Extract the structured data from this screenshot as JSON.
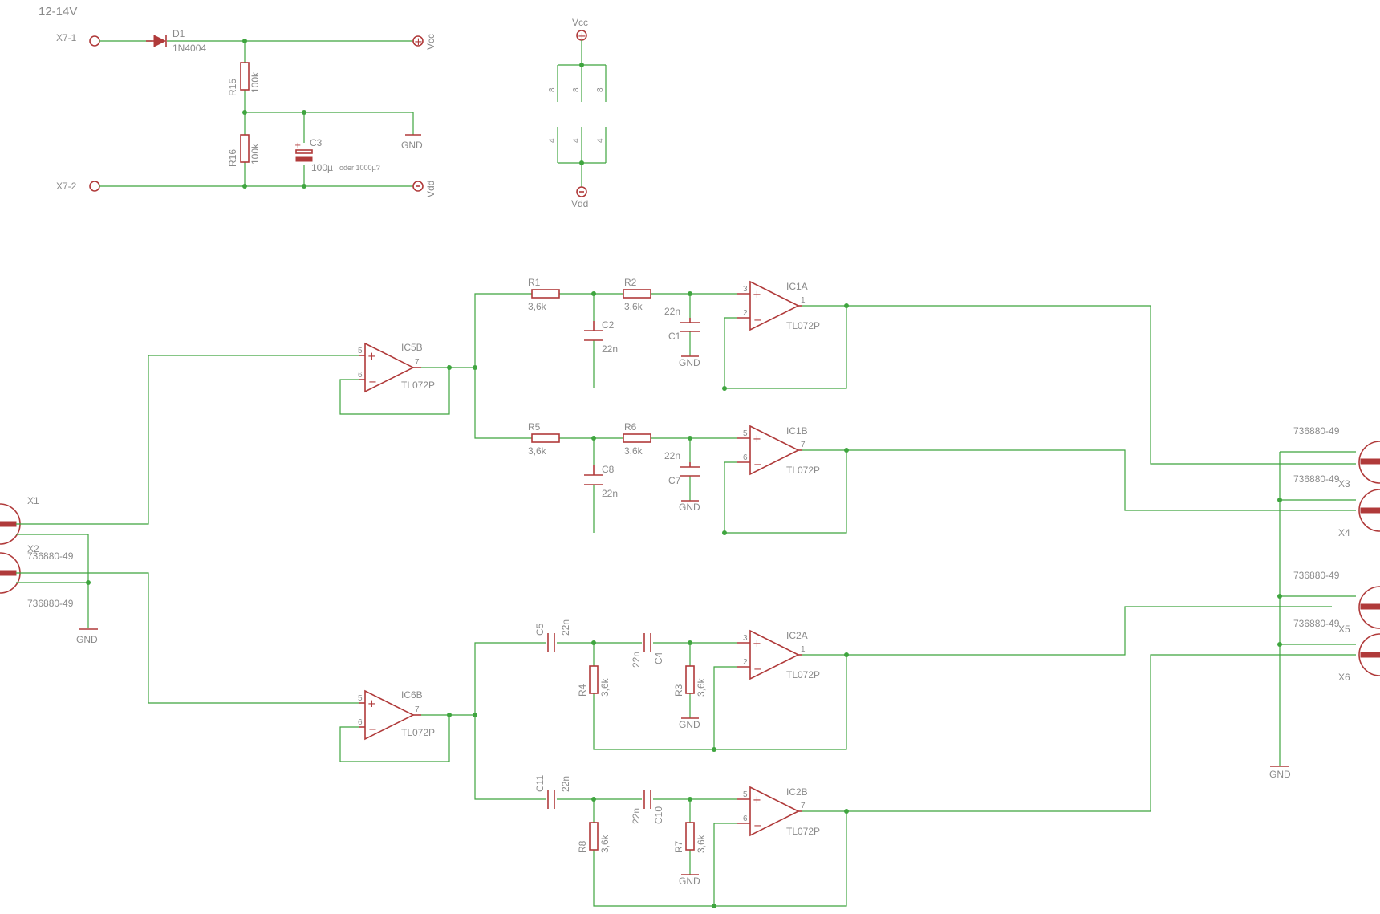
{
  "supply": {
    "title": "12-14V",
    "x7_1": "X7-1",
    "x7_2": "X7-2",
    "d1": {
      "name": "D1",
      "value": "1N4004"
    },
    "r15": {
      "name": "R15",
      "value": "100k"
    },
    "r16": {
      "name": "R16",
      "value": "100k"
    },
    "c3": {
      "name": "C3",
      "value": "100µ",
      "note": "oder 1000µ?"
    },
    "vcc": "Vcc",
    "vdd": "Vdd",
    "gnd": "GND"
  },
  "power_block": {
    "vcc": "Vcc",
    "vdd": "Vdd",
    "pin_top": "8",
    "pin_bottom": "4"
  },
  "inputs": {
    "x1": "X1",
    "x2": "X2",
    "part1": "736880-49",
    "part2": "736880-49",
    "gnd": "GND"
  },
  "opamps": {
    "ic5b": {
      "name": "IC5B",
      "type": "TL072P",
      "pin_plus": "5",
      "pin_minus": "6",
      "pin_out": "7"
    },
    "ic6b": {
      "name": "IC6B",
      "type": "TL072P",
      "pin_plus": "5",
      "pin_minus": "6",
      "pin_out": "7"
    },
    "ic1a": {
      "name": "IC1A",
      "type": "TL072P",
      "pin_plus": "3",
      "pin_minus": "2",
      "pin_out": "1"
    },
    "ic1b": {
      "name": "IC1B",
      "type": "TL072P",
      "pin_plus": "5",
      "pin_minus": "6",
      "pin_out": "7"
    },
    "ic2a": {
      "name": "IC2A",
      "type": "TL072P",
      "pin_plus": "3",
      "pin_minus": "2",
      "pin_out": "1"
    },
    "ic2b": {
      "name": "IC2B",
      "type": "TL072P",
      "pin_plus": "5",
      "pin_minus": "6",
      "pin_out": "7"
    }
  },
  "lowpass": {
    "r1": {
      "name": "R1",
      "value": "3,6k"
    },
    "r2": {
      "name": "R2",
      "value": "3,6k"
    },
    "c2": {
      "name": "C2",
      "value": "22n"
    },
    "c1": {
      "name": "C1",
      "value": "22n"
    },
    "r5": {
      "name": "R5",
      "value": "3,6k"
    },
    "r6": {
      "name": "R6",
      "value": "3,6k"
    },
    "c8": {
      "name": "C8",
      "value": "22n"
    },
    "c7": {
      "name": "C7",
      "value": "22n"
    },
    "gnd": "GND"
  },
  "highpass": {
    "c5": {
      "name": "C5",
      "value": "22n"
    },
    "c4": {
      "name": "C4",
      "value": "22n"
    },
    "r4": {
      "name": "R4",
      "value": "3,6k"
    },
    "r3": {
      "name": "R3",
      "value": "3,6k"
    },
    "c11": {
      "name": "C11",
      "value": "22n"
    },
    "c10": {
      "name": "C10",
      "value": "22n"
    },
    "r8": {
      "name": "R8",
      "value": "3,6k"
    },
    "r7": {
      "name": "R7",
      "value": "3,6k"
    },
    "gnd": "GND"
  },
  "outputs": {
    "x3": "X3",
    "x4": "X4",
    "x5": "X5",
    "x6": "X6",
    "part3": "736880-49",
    "part4": "736880-49",
    "part5": "736880-49",
    "part6": "736880-49",
    "gnd": "GND"
  }
}
